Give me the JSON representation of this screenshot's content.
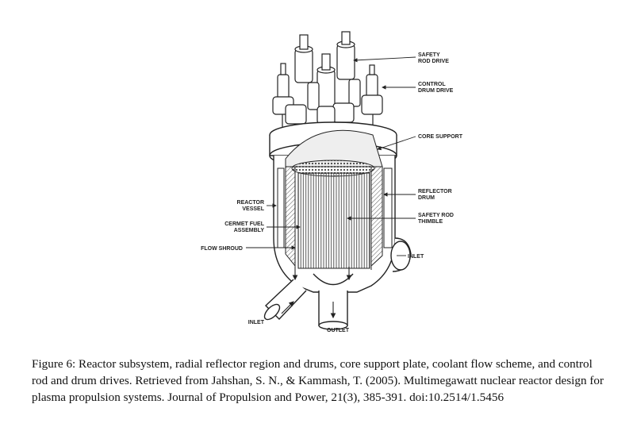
{
  "labels": {
    "safety_rod_drive": [
      "SAFETY",
      "ROD DRIVE"
    ],
    "control_drum_drive": [
      "CONTROL",
      "DRUM DRIVE"
    ],
    "core_support": [
      "CORE SUPPORT"
    ],
    "reflector_drum": [
      "REFLECTOR",
      "DRUM"
    ],
    "safety_rod_thimble": [
      "SAFETY ROD",
      "THIMBLE"
    ],
    "reactor_vessel": [
      "REACTOR",
      "VESSEL"
    ],
    "cermet_fuel_assembly": [
      "CERMET FUEL",
      "ASSEMBLY"
    ],
    "flow_shroud": [
      "FLOW SHROUD"
    ],
    "inlet_right": [
      "INLET"
    ],
    "inlet_left": [
      "INLET"
    ],
    "outlet": [
      "OUTLET"
    ]
  },
  "caption": "Figure 6: Reactor subsystem, radial reflector region and drums, core support plate, coolant flow scheme, and control rod and drum drives. Retrieved from Jahshan, S. N., & Kammash, T. (2005). Multimegawatt nuclear reactor design for plasma propulsion systems. Journal of Propulsion and Power, 21(3), 385-391. doi:10.2514/1.5456"
}
